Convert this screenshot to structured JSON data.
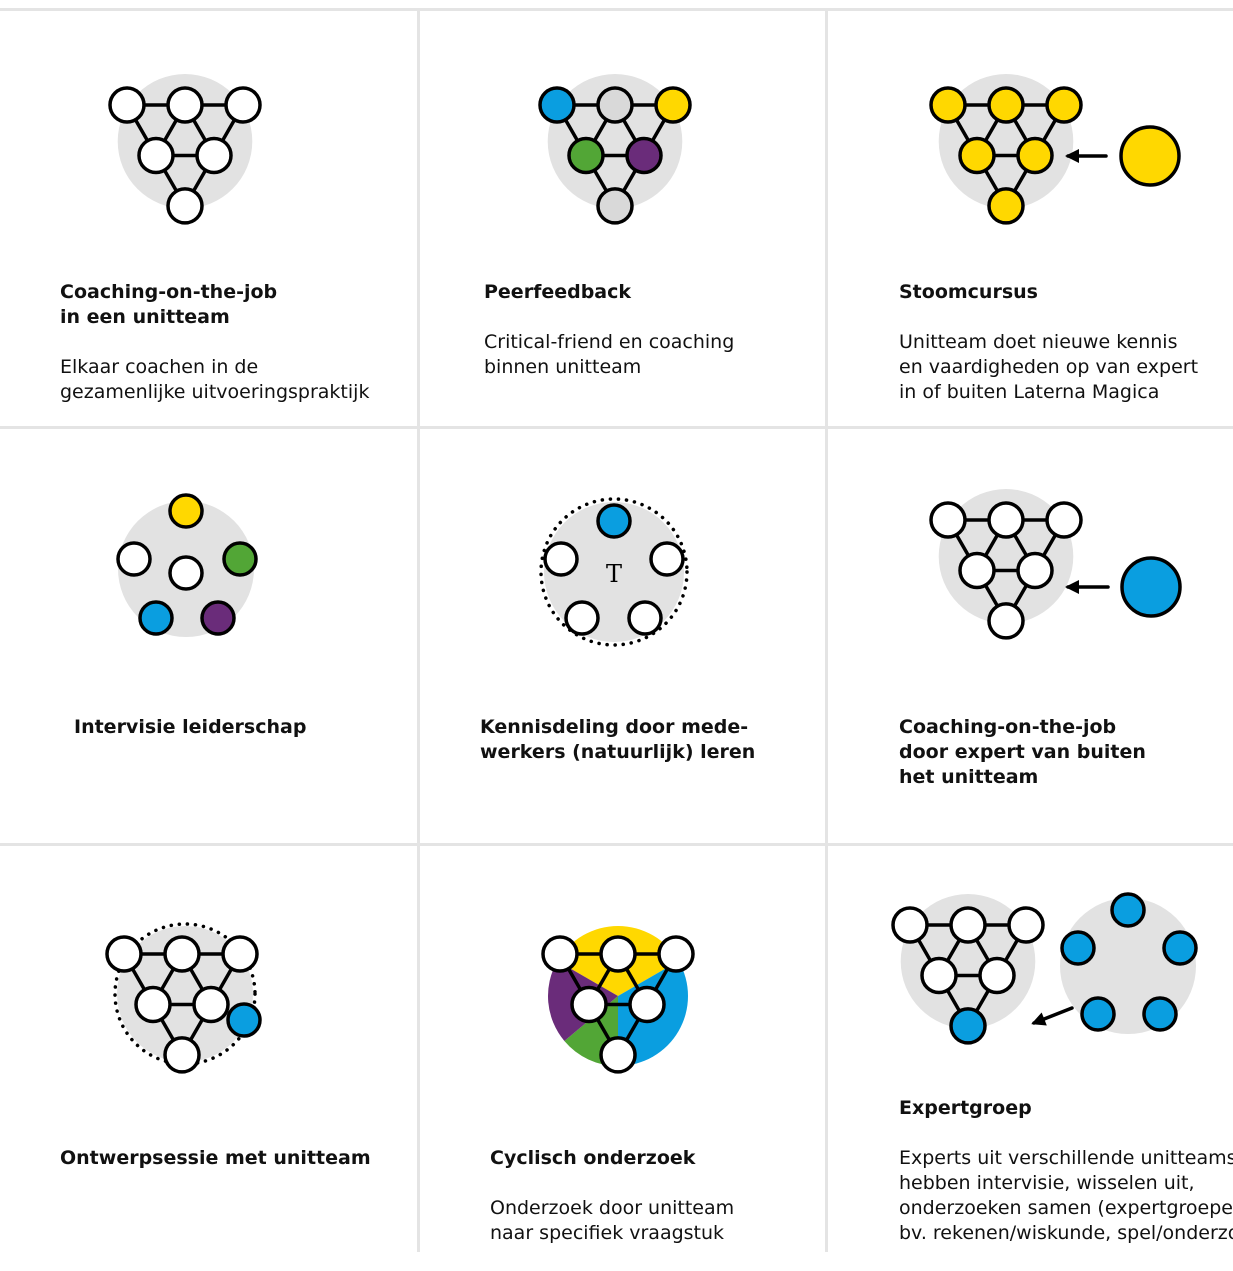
{
  "colors": {
    "disc": "#e2e2e2",
    "node_white": "#ffffff",
    "node_blue": "#0a9ee0",
    "node_yellow": "#ffd800",
    "node_green": "#52a636",
    "node_purple": "#6a2c7a",
    "node_grey": "#d9d9d9",
    "stroke": "#000000",
    "divider": "#e4e4e4"
  },
  "cells": [
    {
      "title": "Coaching-on-the-job\nin een unitteam",
      "desc": "Elkaar coachen in de\ngezamenlijke uitvoeringspraktijk",
      "icon": "network-icon"
    },
    {
      "title": "Peerfeedback",
      "desc": "Critical-friend en coaching\nbinnen unitteam",
      "icon": "network-colored-icon"
    },
    {
      "title": "Stoomcursus",
      "desc": "Unitteam doet nieuwe kennis\nen vaardigheden op van expert\nin of buiten Laterna Magica",
      "icon": "network-yellow-with-expert-icon"
    },
    {
      "title": "Intervisie leiderschap",
      "desc": "",
      "icon": "circle-group-icon"
    },
    {
      "title": "Kennisdeling door mede-\nwerkers (natuurlijk) leren",
      "desc": "",
      "icon": "dotted-circle-group-icon",
      "center_label": "T"
    },
    {
      "title": "Coaching-on-the-job\ndoor expert van buiten\nhet unitteam",
      "desc": "",
      "icon": "network-with-blue-expert-icon"
    },
    {
      "title": "Ontwerpsessie met unitteam",
      "desc": "",
      "icon": "network-dotted-circle-icon"
    },
    {
      "title": "Cyclisch onderzoek",
      "desc": "Onderzoek door unitteam\nnaar specifiek vraagstuk",
      "icon": "network-cycle-icon"
    },
    {
      "title": "Expertgroep",
      "desc": "Experts uit verschillende unitteams\nhebben intervisie, wisselen uit,\nonderzoeken samen (expertgroepen\nbv. rekenen/wiskunde, spel/onderzoek",
      "icon": "network-and-expert-group-icon"
    }
  ]
}
